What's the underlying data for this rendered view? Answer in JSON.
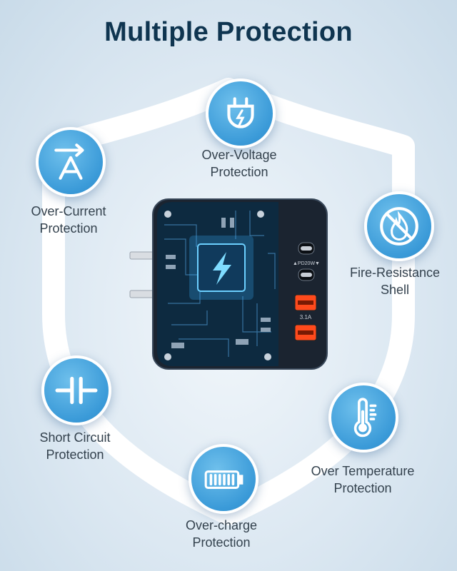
{
  "title": "Multiple Protection",
  "features": [
    {
      "line1": "Over-Voltage",
      "line2": "Protection",
      "icon": "plug-bolt-icon"
    },
    {
      "line1": "Over-Current",
      "line2": "Protection",
      "icon": "ampere-icon"
    },
    {
      "line1": "Fire-Resistance",
      "line2": "Shell",
      "icon": "no-fire-icon"
    },
    {
      "line1": "Short Circuit",
      "line2": "Protection",
      "icon": "capacitor-icon"
    },
    {
      "line1": "Over Temperature",
      "line2": "Protection",
      "icon": "thermometer-icon"
    },
    {
      "line1": "Over-charge",
      "line2": "Protection",
      "icon": "battery-icon"
    }
  ],
  "charger": {
    "port_label_pd": "▲PD20W▼",
    "port_label_qc": "3.1A",
    "icon": "lightning-chip-icon"
  },
  "colors": {
    "accent": "#3a9ad8",
    "title": "#0f3550",
    "usb_port": "#ff4a1c"
  }
}
